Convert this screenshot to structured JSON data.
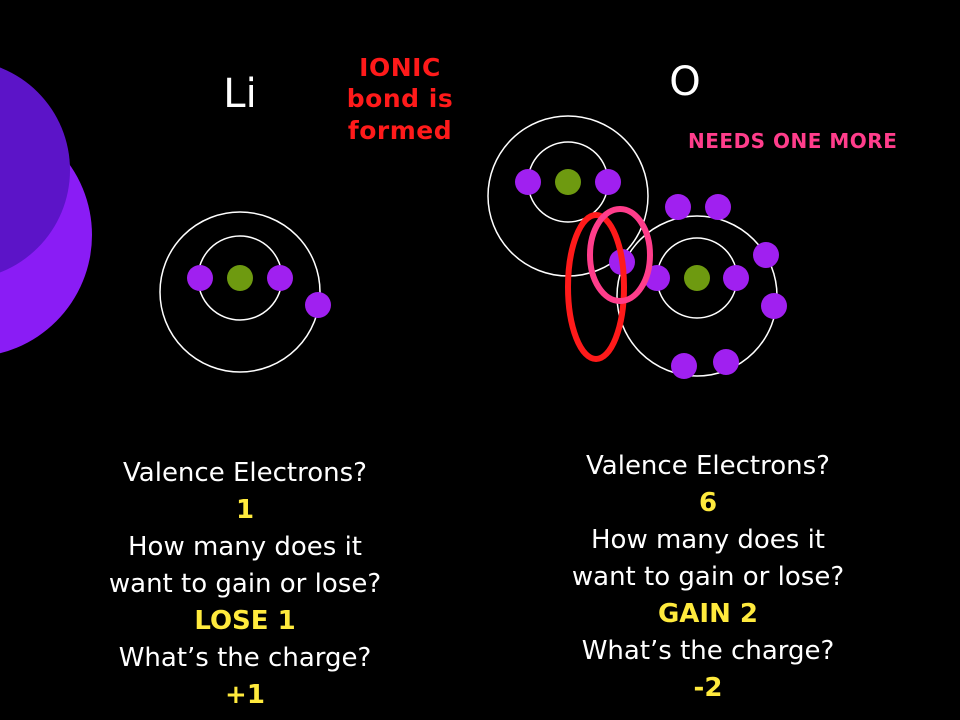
{
  "slide": {
    "bond_label": [
      "IONIC",
      "bond is",
      "formed"
    ],
    "needs_label": "NEEDS ONE MORE",
    "lithium": {
      "symbol": "Li",
      "q1": "Valence Electrons?",
      "a1": "1",
      "q2a": "How many does it",
      "q2b": "want to gain or lose?",
      "a2": "LOSE 1",
      "q3": "What’s the charge?",
      "a3": "+1"
    },
    "oxygen": {
      "symbol": "O",
      "q1": "Valence Electrons?",
      "a1": "6",
      "q2a": "How many does it",
      "q2b": "want to gain or lose?",
      "a2": "GAIN 2",
      "q3": "What’s the charge?",
      "a3": "-2"
    }
  },
  "colors": {
    "background": "#000000",
    "nucleus": "#6e9a10",
    "electron": "#a020f0",
    "shell": "#ffffff",
    "ionic_text": "#ff1a1a",
    "needs_highlight": "#ff3d8b",
    "answer": "#ffea3d",
    "decor_purple": "#8a1cf5",
    "decor_dark": "#5c14c8"
  }
}
